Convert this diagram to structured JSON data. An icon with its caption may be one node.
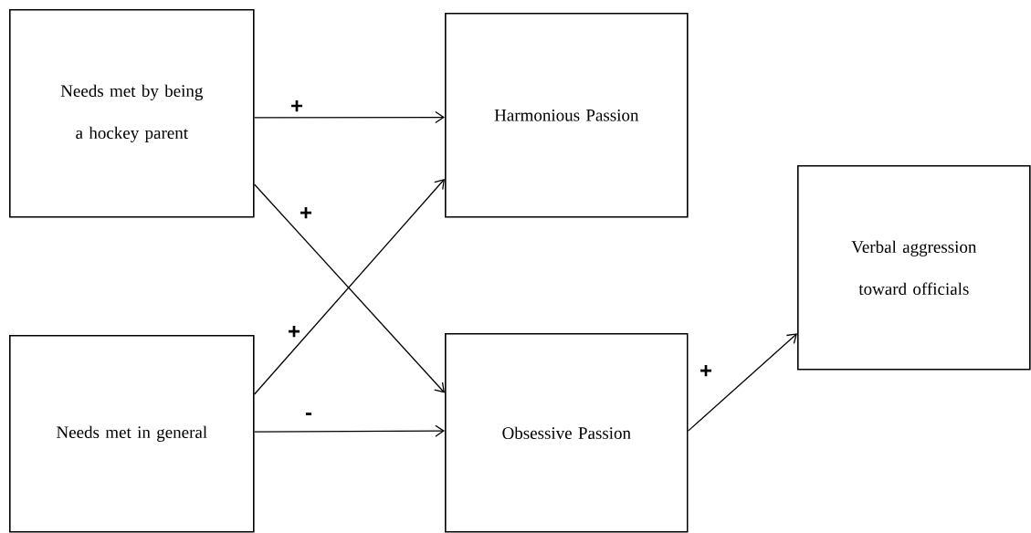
{
  "diagram": {
    "nodes": [
      {
        "text": [
          "Needs met by being a hockey parent"
        ]
      },
      {
        "text": [
          "Harmonious Passion"
        ]
      },
      {
        "text": [
          "Verbal aggression toward officials"
        ]
      },
      {
        "text": [
          "Needs met in general"
        ]
      },
      {
        "text": [
          "Obsessive Passion"
        ]
      }
    ],
    "edges": [
      {
        "from": 0,
        "to": 1,
        "arrow": "to",
        "label": "+"
      },
      {
        "from": 0,
        "to": 4,
        "arrow": "to",
        "label": "+"
      },
      {
        "from": 3,
        "to": 1,
        "arrow": "to",
        "label": "+"
      },
      {
        "from": 3,
        "to": 4,
        "arrow": "to",
        "label": "-"
      },
      {
        "from": 4,
        "to": 2,
        "arrow": "to",
        "label": "+"
      }
    ]
  }
}
